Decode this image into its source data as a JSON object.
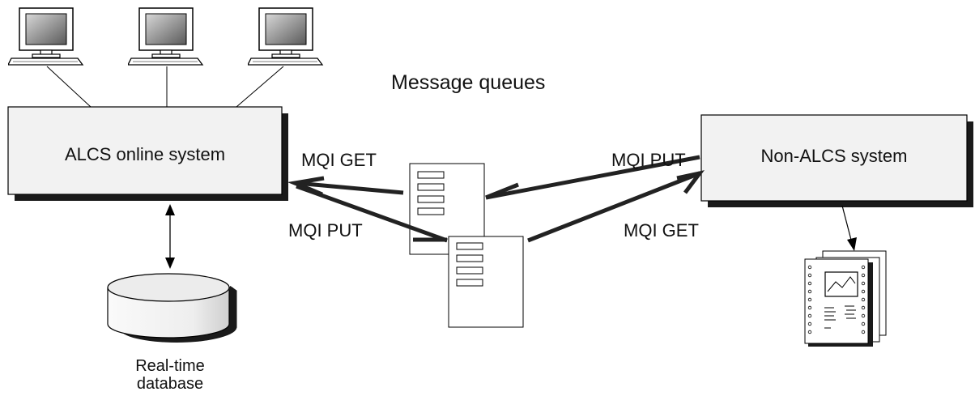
{
  "diagram": {
    "title": "Message queues",
    "alcs_label": "ALCS online system",
    "nonalcs_label": "Non-ALCS system",
    "database_line1": "Real-time",
    "database_line2": "database",
    "left_get": "MQI GET",
    "left_put": "MQI PUT",
    "right_put": "MQI PUT",
    "right_get": "MQI GET"
  },
  "colors": {
    "box_fill": "#f2f2f2",
    "shadow": "#1a1a1a",
    "line": "#222222",
    "monitor_screen": "#6e6e6e"
  },
  "icons": [
    "monitor-icon",
    "database-icon",
    "document-icon",
    "message-queue-icon"
  ]
}
